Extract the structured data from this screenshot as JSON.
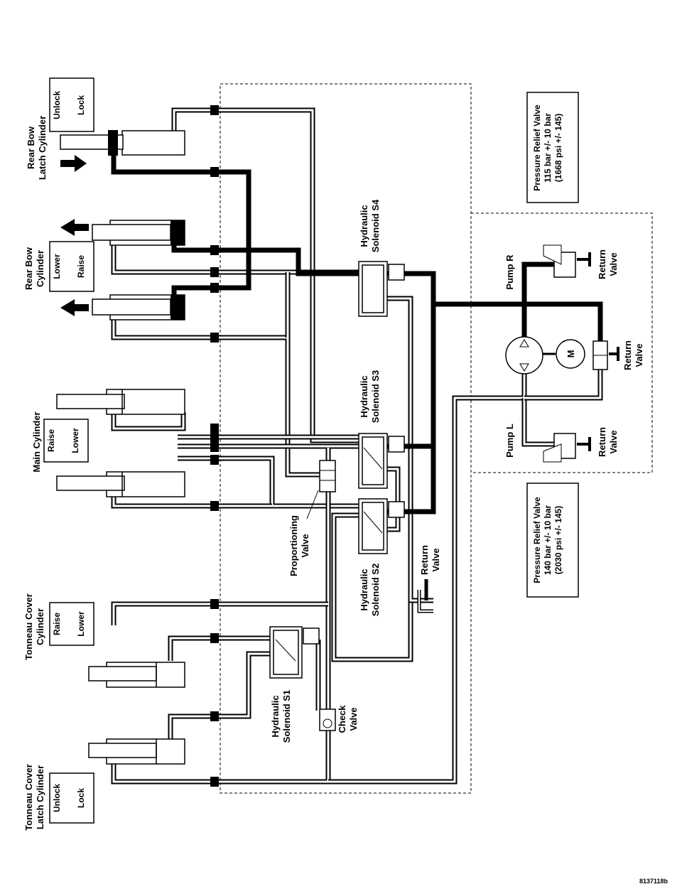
{
  "labels": {
    "rear_bow_latch": [
      "Rear Bow",
      "Latch Cylinder"
    ],
    "rear_bow_latch_dir": [
      "Unlock",
      "Lock"
    ],
    "rear_bow_cyl": [
      "Rear Bow",
      "Cylinder"
    ],
    "rear_bow_cyl_dir": [
      "Lower",
      "Raise"
    ],
    "main_cyl": "Main Cylinder",
    "main_cyl_dir": [
      "Raise",
      "Lower"
    ],
    "tonneau_cyl": [
      "Tonneau Cover",
      "Cylinder"
    ],
    "tonneau_cyl_dir": [
      "Raise",
      "Lower"
    ],
    "tonneau_latch": [
      "Tonneau Cover",
      "Latch Cylinder"
    ],
    "tonneau_latch_dir": [
      "Unlock",
      "Lock"
    ],
    "s4": [
      "Hydraulic",
      "Solenoid S4"
    ],
    "s3": [
      "Hydraulic",
      "Solenoid S3"
    ],
    "s2": [
      "Hydraulic",
      "Solenoid S2"
    ],
    "s1": [
      "Hydraulic",
      "Solenoid S1"
    ],
    "prop_valve": [
      "Proportioning",
      "Valve"
    ],
    "check_valve": [
      "Check",
      "Valve"
    ],
    "return_valve": [
      "Return",
      "Valve"
    ],
    "pump_r": "Pump R",
    "pump_l": "Pump L",
    "motor": "M",
    "prv_115": [
      "Pressure Relief Valve",
      "115 bar +/- 10 bar",
      "(1668 psi +/- 145)"
    ],
    "prv_140": [
      "Pressure Relief Valve",
      "140 bar +/- 10 bar",
      "(2030 psi +/- 145)"
    ]
  },
  "figure_id": "8137118b"
}
